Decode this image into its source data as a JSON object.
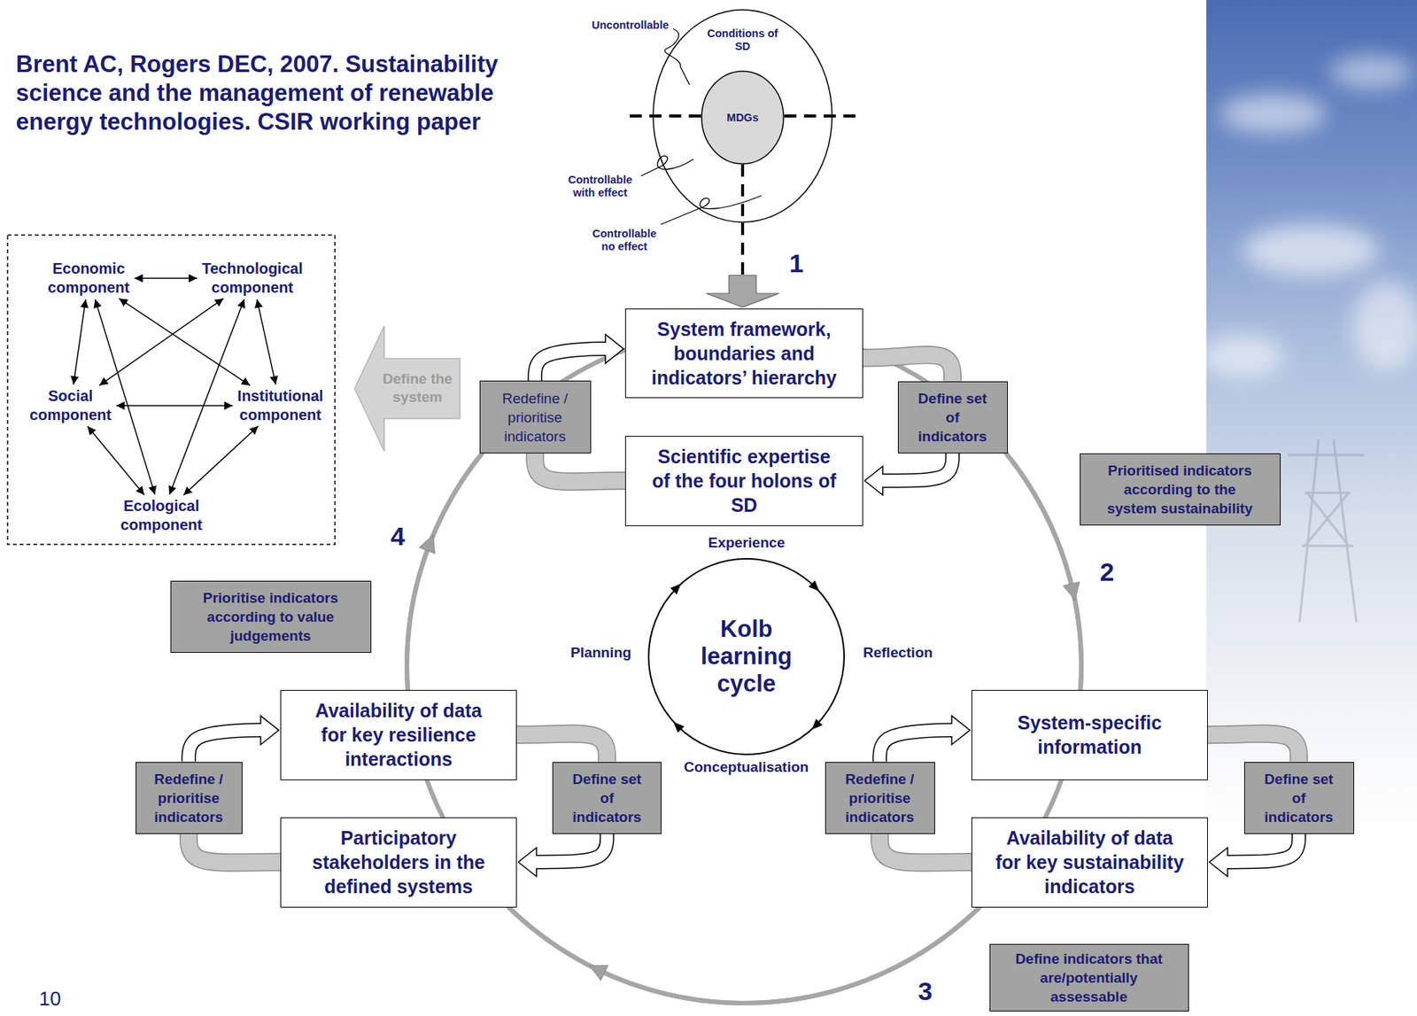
{
  "diagram": {
    "title": "Brent AC, Rogers DEC, 2007. Sustainability science and the management of renewable energy technologies. CSIR working paper",
    "nodes": [
      {
        "text": [
          "Conditions of SD"
        ]
      },
      {
        "text": [
          "MDGs"
        ],
        "in": 0
      },
      {
        "text": [
          "System framework, boundaries and indicators’ hierarchy"
        ]
      },
      {
        "text": [
          "Redefine / prioritise indicators"
        ]
      },
      {
        "text": [
          "Define set of indicators"
        ]
      },
      {
        "text": [
          "Scientific expertise of the four holons of SD"
        ]
      },
      {
        "text": [
          "Prioritised indicators according to the system sustainability"
        ]
      },
      {
        "text": [
          "Economic component"
        ]
      },
      {
        "text": [
          "Technological component"
        ]
      },
      {
        "text": [
          "Social component"
        ]
      },
      {
        "text": [
          "Institutional component"
        ]
      },
      {
        "text": [
          "Ecological component"
        ]
      },
      {
        "text": [
          "Define the system"
        ]
      },
      {
        "text": [
          "Prioritise indicators according to value judgements"
        ]
      },
      {
        "text": [
          "Kolb learning cycle"
        ]
      },
      {
        "text": [
          "Availability of data for key resilience interactions"
        ]
      },
      {
        "text": [
          "System-specific information"
        ]
      },
      {
        "text": [
          "Redefine / prioritise indicators"
        ]
      },
      {
        "text": [
          "Define set of indicators"
        ]
      },
      {
        "text": [
          "Redefine / prioritise indicators"
        ]
      },
      {
        "text": [
          "Define set of indicators"
        ]
      },
      {
        "text": [
          "Participatory stakeholders in the defined systems"
        ]
      },
      {
        "text": [
          "Availability of data for key sustainability indicators"
        ]
      },
      {
        "text": [
          "Define indicators that are/potentially assessable"
        ]
      }
    ],
    "edges": [
      {
        "from": 0,
        "to": 2,
        "arrow": "to"
      },
      {
        "from": 2,
        "to": 4,
        "arrow": "none"
      },
      {
        "from": 4,
        "to": 5,
        "arrow": "to"
      },
      {
        "from": 5,
        "to": 3,
        "arrow": "none"
      },
      {
        "from": 3,
        "to": 2,
        "arrow": "to"
      },
      {
        "from": 7,
        "to": 8,
        "arrow": "both"
      },
      {
        "from": 7,
        "to": 9,
        "arrow": "both"
      },
      {
        "from": 7,
        "to": 10,
        "arrow": "both"
      },
      {
        "from": 7,
        "to": 11,
        "arrow": "both"
      },
      {
        "from": 8,
        "to": 9,
        "arrow": "both"
      },
      {
        "from": 8,
        "to": 10,
        "arrow": "both"
      },
      {
        "from": 8,
        "to": 11,
        "arrow": "both"
      },
      {
        "from": 9,
        "to": 10,
        "arrow": "both"
      },
      {
        "from": 9,
        "to": 11,
        "arrow": "both"
      },
      {
        "from": 10,
        "to": 11,
        "arrow": "both"
      },
      {
        "from": 4,
        "to": 16,
        "arrow": "to"
      },
      {
        "from": 22,
        "to": 21,
        "arrow": "to"
      },
      {
        "from": 15,
        "to": 3,
        "arrow": "to"
      },
      {
        "from": 16,
        "to": 20,
        "arrow": "none"
      },
      {
        "from": 20,
        "to": 22,
        "arrow": "to"
      },
      {
        "from": 22,
        "to": 19,
        "arrow": "none"
      },
      {
        "from": 19,
        "to": 16,
        "arrow": "to"
      },
      {
        "from": 15,
        "to": 18,
        "arrow": "none"
      },
      {
        "from": 18,
        "to": 21,
        "arrow": "to"
      },
      {
        "from": 21,
        "to": 17,
        "arrow": "none"
      },
      {
        "from": 17,
        "to": 15,
        "arrow": "to"
      }
    ],
    "labels": [
      "Uncontrollable",
      "Controllable with effect",
      "Controllable no effect",
      "1",
      "4",
      "2",
      "Experience",
      "Planning",
      "Reflection",
      "Conceptualisation",
      "3",
      "10"
    ]
  }
}
